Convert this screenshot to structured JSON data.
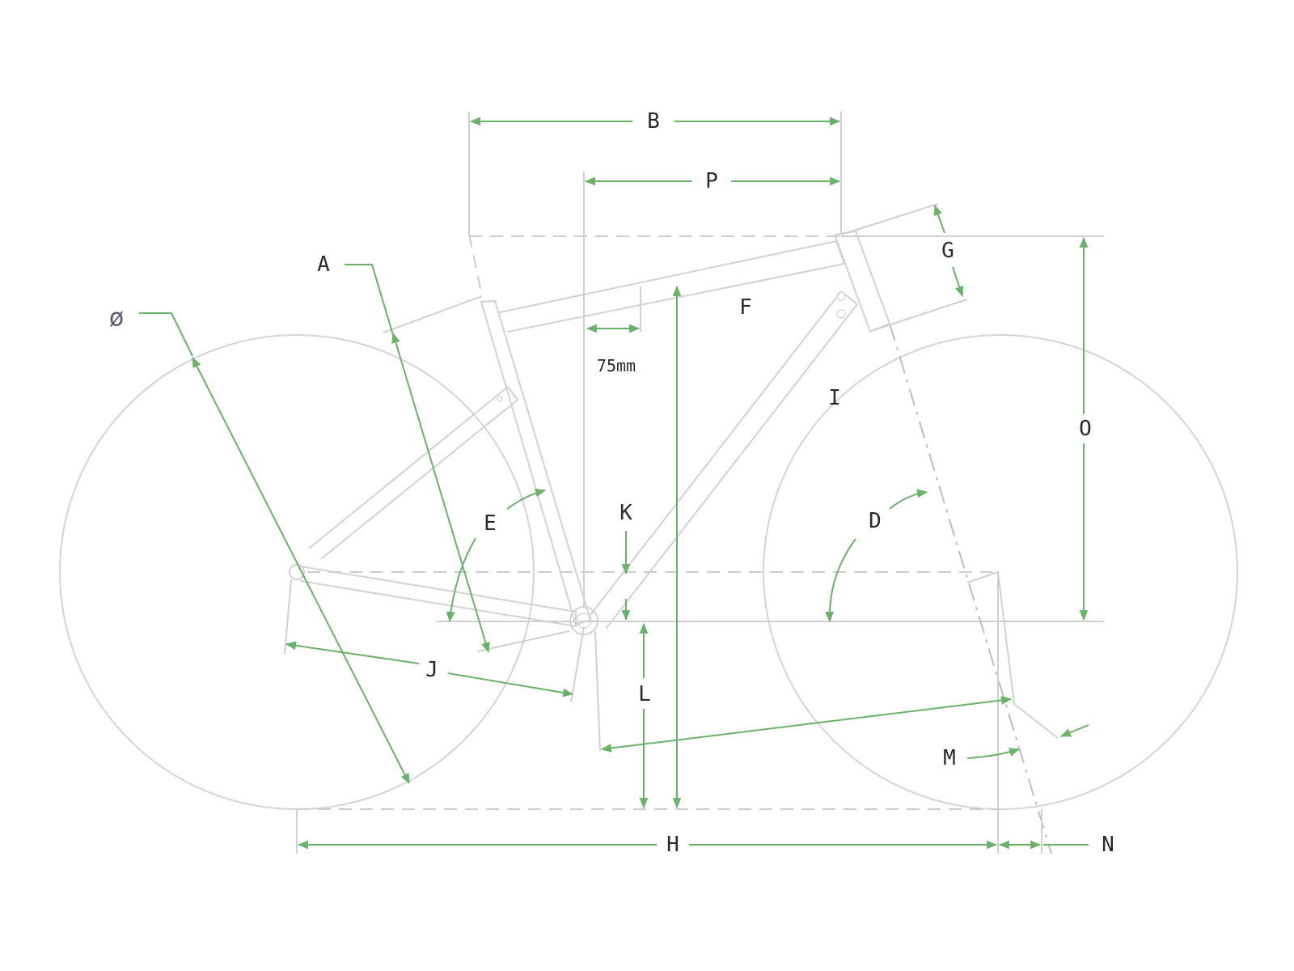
{
  "labels": {
    "wheel_diameter": "ø",
    "seat_tube": "A",
    "reach_total": "B",
    "head_angle": "D",
    "seat_angle": "E",
    "top_tube": "F",
    "head_tube": "G",
    "wheelbase": "H",
    "down_tube": "I",
    "chainstay": "J",
    "bb_drop": "K",
    "bb_height": "L",
    "fork_length": "M",
    "fork_offset": "N",
    "stack": "O",
    "reach": "P",
    "standover_offset": "75mm"
  },
  "colors": {
    "dimension": "#6ab26a",
    "frame": "#d2d2d2",
    "text": "#2a2a2a"
  }
}
